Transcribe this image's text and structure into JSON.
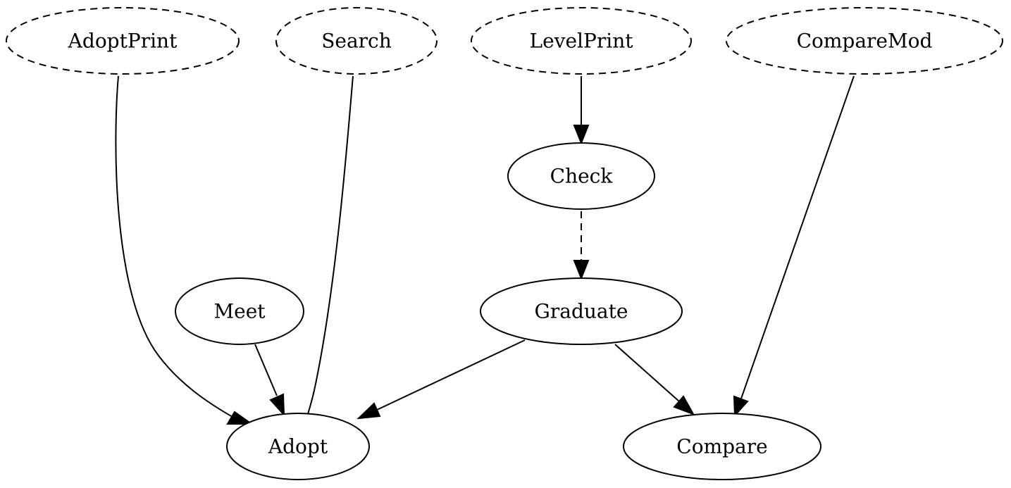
{
  "diagram": {
    "nodes": [
      {
        "id": "adoptprint",
        "label": "AdoptPrint",
        "style": "dashed"
      },
      {
        "id": "search",
        "label": "Search",
        "style": "dashed"
      },
      {
        "id": "levelprint",
        "label": "LevelPrint",
        "style": "dashed"
      },
      {
        "id": "comparemod",
        "label": "CompareMod",
        "style": "dashed"
      },
      {
        "id": "check",
        "label": "Check",
        "style": "solid"
      },
      {
        "id": "meet",
        "label": "Meet",
        "style": "solid"
      },
      {
        "id": "graduate",
        "label": "Graduate",
        "style": "solid"
      },
      {
        "id": "adopt",
        "label": "Adopt",
        "style": "solid"
      },
      {
        "id": "compare",
        "label": "Compare",
        "style": "solid"
      }
    ],
    "edges": [
      {
        "from": "adoptprint",
        "to": "adopt",
        "style": "solid"
      },
      {
        "from": "search",
        "to": "adopt",
        "style": "solid"
      },
      {
        "from": "levelprint",
        "to": "check",
        "style": "solid"
      },
      {
        "from": "comparemod",
        "to": "compare",
        "style": "solid"
      },
      {
        "from": "check",
        "to": "graduate",
        "style": "dashed"
      },
      {
        "from": "meet",
        "to": "adopt",
        "style": "solid"
      },
      {
        "from": "graduate",
        "to": "adopt",
        "style": "solid"
      },
      {
        "from": "graduate",
        "to": "compare",
        "style": "solid"
      }
    ]
  }
}
